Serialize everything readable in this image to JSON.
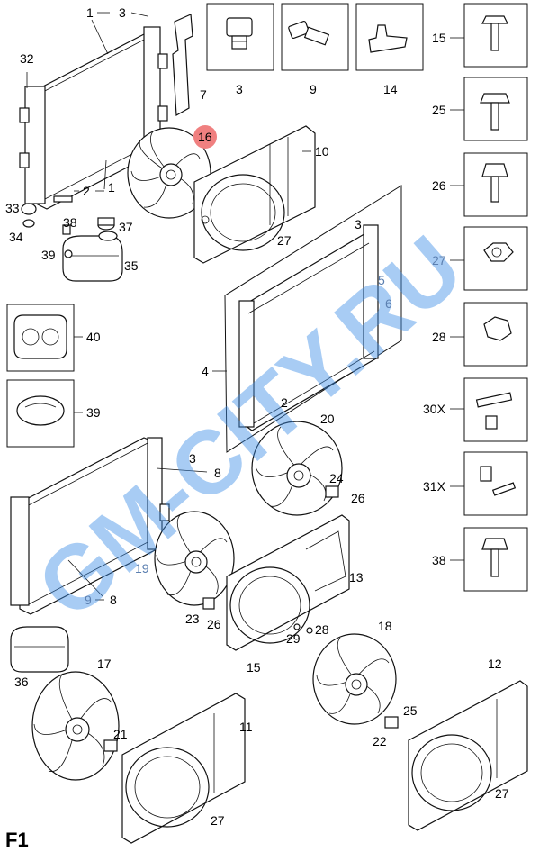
{
  "sheet_label": "F1",
  "watermark": "GM-CITY.RU",
  "highlight_color": "#f08080",
  "watermark_color": "#3f8fe6",
  "callouts": [
    {
      "id": "c1a",
      "text": "1"
    },
    {
      "id": "c3a",
      "text": "3"
    },
    {
      "id": "c32",
      "text": "32"
    },
    {
      "id": "c7",
      "text": "7"
    },
    {
      "id": "c16",
      "text": "16"
    },
    {
      "id": "c10",
      "text": "10"
    },
    {
      "id": "c2a",
      "text": "2"
    },
    {
      "id": "c1b",
      "text": "1"
    },
    {
      "id": "c33",
      "text": "33"
    },
    {
      "id": "c34",
      "text": "34"
    },
    {
      "id": "c38a",
      "text": "38"
    },
    {
      "id": "c37",
      "text": "37"
    },
    {
      "id": "c39a",
      "text": "39"
    },
    {
      "id": "c35",
      "text": "35"
    },
    {
      "id": "c27a",
      "text": "27"
    },
    {
      "id": "c3b",
      "text": "3"
    },
    {
      "id": "c5",
      "text": "5"
    },
    {
      "id": "c6",
      "text": "6"
    },
    {
      "id": "c4",
      "text": "4"
    },
    {
      "id": "c2b",
      "text": "2"
    },
    {
      "id": "c20",
      "text": "20"
    },
    {
      "id": "c3c",
      "text": "3"
    },
    {
      "id": "c8a",
      "text": "8"
    },
    {
      "id": "c24",
      "text": "24"
    },
    {
      "id": "c26a",
      "text": "26"
    },
    {
      "id": "c19",
      "text": "19"
    },
    {
      "id": "c13",
      "text": "13"
    },
    {
      "id": "c9",
      "text": "9"
    },
    {
      "id": "c8b",
      "text": "8"
    },
    {
      "id": "c23",
      "text": "23"
    },
    {
      "id": "c26b",
      "text": "26"
    },
    {
      "id": "c29",
      "text": "29"
    },
    {
      "id": "c28",
      "text": "28"
    },
    {
      "id": "c15",
      "text": "15"
    },
    {
      "id": "c18",
      "text": "18"
    },
    {
      "id": "c36",
      "text": "36"
    },
    {
      "id": "c17",
      "text": "17"
    },
    {
      "id": "c12",
      "text": "12"
    },
    {
      "id": "c21",
      "text": "21"
    },
    {
      "id": "c11",
      "text": "11"
    },
    {
      "id": "c25",
      "text": "25"
    },
    {
      "id": "c22",
      "text": "22"
    },
    {
      "id": "c27b",
      "text": "27"
    },
    {
      "id": "c27c",
      "text": "27"
    }
  ],
  "inset_boxes": [
    {
      "id": "b3",
      "label": "3"
    },
    {
      "id": "b9",
      "label": "9"
    },
    {
      "id": "b14",
      "label": "14"
    },
    {
      "id": "b40",
      "label": "40"
    },
    {
      "id": "b39",
      "label": "39"
    }
  ],
  "hardware_list": [
    {
      "id": "h15",
      "label": "15"
    },
    {
      "id": "h25",
      "label": "25"
    },
    {
      "id": "h26",
      "label": "26"
    },
    {
      "id": "h27",
      "label": "27"
    },
    {
      "id": "h28",
      "label": "28"
    },
    {
      "id": "h30x",
      "label": "30X"
    },
    {
      "id": "h31x",
      "label": "31X"
    },
    {
      "id": "h38",
      "label": "38"
    }
  ]
}
